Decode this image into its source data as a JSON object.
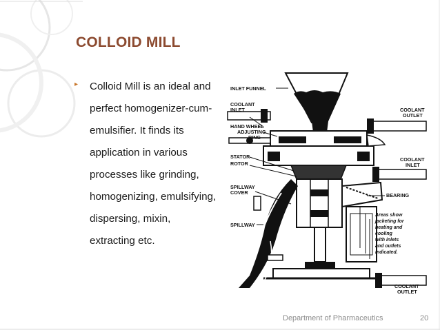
{
  "slide": {
    "title": "COLLOID MILL",
    "bullet_text": "Colloid Mill is an ideal and perfect homogenizer-cum-emulsifier. It finds its application in various processes like grinding, homogenizing, emulsifying, dispersing, mixin, extracting etc.",
    "footer_department": "Department of Pharmaceutics",
    "page_number": "20"
  },
  "diagram": {
    "labels": {
      "inlet_funnel": "INLET FUNNEL",
      "coolant_inlet_1": "COOLANT",
      "coolant_inlet_2": "INLET",
      "hand_wheel_1": "HAND WHEEL",
      "hand_wheel_2": "ADJUSTING",
      "hand_wheel_3": "RING",
      "stator": "STATOR",
      "rotor": "ROTOR",
      "spillway_cover_1": "SPILLWAY",
      "spillway_cover_2": "COVER",
      "spillway": "SPILLWAY",
      "coolant_outlet_top_1": "COOLANT",
      "coolant_outlet_top_2": "OUTLET",
      "coolant_inlet_right_1": "COOLANT",
      "coolant_inlet_right_2": "INLET",
      "bearing": "BEARING",
      "note_1": "Areas show",
      "note_2": "jacketing for",
      "note_3": "heating and",
      "note_4": "cooling",
      "note_5": "with inlets",
      "note_6": "and outlets",
      "note_7": "indicated.",
      "coolant_outlet_bottom_1": "COOLANT",
      "coolant_outlet_bottom_2": "OUTLET"
    }
  },
  "colors": {
    "title": "#8c4a2f",
    "bullet": "#c8762a",
    "footer": "#8c8c8c"
  }
}
